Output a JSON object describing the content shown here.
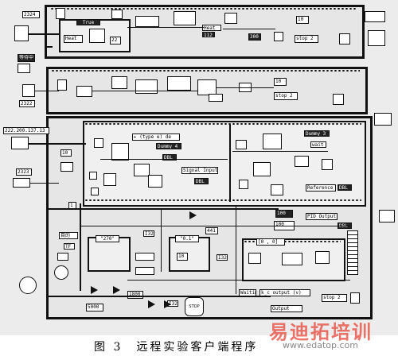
{
  "figure": {
    "caption": "图 3　远程实验客户端程序",
    "watermark_main": "易迪拓培训",
    "watermark_url": "www.edatop.com"
  },
  "loop1": {
    "id_label": "2324",
    "case_label": "True",
    "heat_in": "Heat",
    "heat_out": "Heat",
    "heat_type": "112",
    "const_22": "22",
    "const_300": "300",
    "stop_label": "stop 2",
    "left_label": "等待中",
    "const_10a": "10"
  },
  "loop2": {
    "id_label": "2322",
    "const_10": "10",
    "stop_label": "stop 2"
  },
  "loop3": {
    "ip_label": "222.200.137.13",
    "id_label": "2323",
    "const_10": "10",
    "const_1": "1",
    "type_label": "▸ (type e) de",
    "dummy4": "Dummy 4",
    "dbl1": "DBL",
    "signal_input": "Signal Input",
    "dbl2": "DBL",
    "dummy3": "Dummy 3",
    "wait_label": "wait",
    "reference": "Reference",
    "dbl3": "DBL",
    "const_100a": "100",
    "const_100b": "100",
    "pid_output": "PID Output",
    "dbl4": "DBL",
    "str_270": "\"270\"",
    "str_01": "\"0.1\"",
    "const_441": "441",
    "arr_label": "[0 , 0]",
    "const_10b": "10",
    "set_output": "k_c output (v)",
    "output2": "Output",
    "wait_ms": "5000",
    "const_1800": "1800",
    "stop_btn": "STOP",
    "stop_label": "stop 2",
    "sub_label": "Waiting",
    "ctrl_label": "目的",
    "tf_label": "TF",
    "i32a": "I32",
    "i32b": "I32",
    "i32c": "I32"
  }
}
